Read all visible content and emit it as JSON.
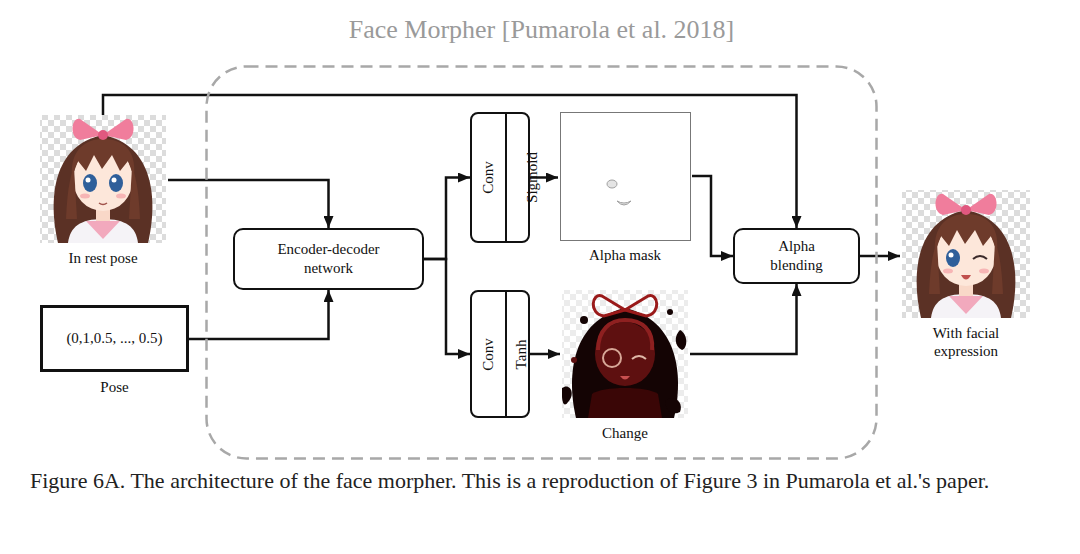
{
  "diagram": {
    "caption": "Figure 6A. The architecture of the face morpher. This is a reproduction of Figure 3 in Pumarola et al.'s paper.",
    "nodes": [
      {
        "text": [
          "Face Morpher [Pumarola et al. 2018]"
        ]
      },
      {
        "text": [
          "In rest pose"
        ]
      },
      {
        "text": [
          "(0,1,0.5, ..., 0.5)",
          "Pose"
        ]
      },
      {
        "text": [
          "Encoder-decoder network"
        ],
        "in": 0
      },
      {
        "text": [
          "Conv",
          "Sigmoid"
        ],
        "in": 0
      },
      {
        "text": [
          "Alpha mask"
        ],
        "in": 0
      },
      {
        "text": [
          "Conv",
          "Tanh"
        ],
        "in": 0
      },
      {
        "text": [
          "Change"
        ],
        "in": 0
      },
      {
        "text": [
          "Alpha blending"
        ],
        "in": 0
      },
      {
        "text": [
          "With facial expression"
        ]
      }
    ],
    "edges": [
      {
        "from": 1,
        "to": 3,
        "arrow": "to"
      },
      {
        "from": 1,
        "to": 8,
        "arrow": "to"
      },
      {
        "from": 2,
        "to": 3,
        "arrow": "to"
      },
      {
        "from": 3,
        "to": 4,
        "arrow": "to"
      },
      {
        "from": 3,
        "to": 6,
        "arrow": "to"
      },
      {
        "from": 4,
        "to": 5,
        "arrow": "to"
      },
      {
        "from": 6,
        "to": 7,
        "arrow": "to"
      },
      {
        "from": 5,
        "to": 8,
        "arrow": "to"
      },
      {
        "from": 7,
        "to": 8,
        "arrow": "to"
      },
      {
        "from": 8,
        "to": 9,
        "arrow": "to"
      }
    ]
  }
}
